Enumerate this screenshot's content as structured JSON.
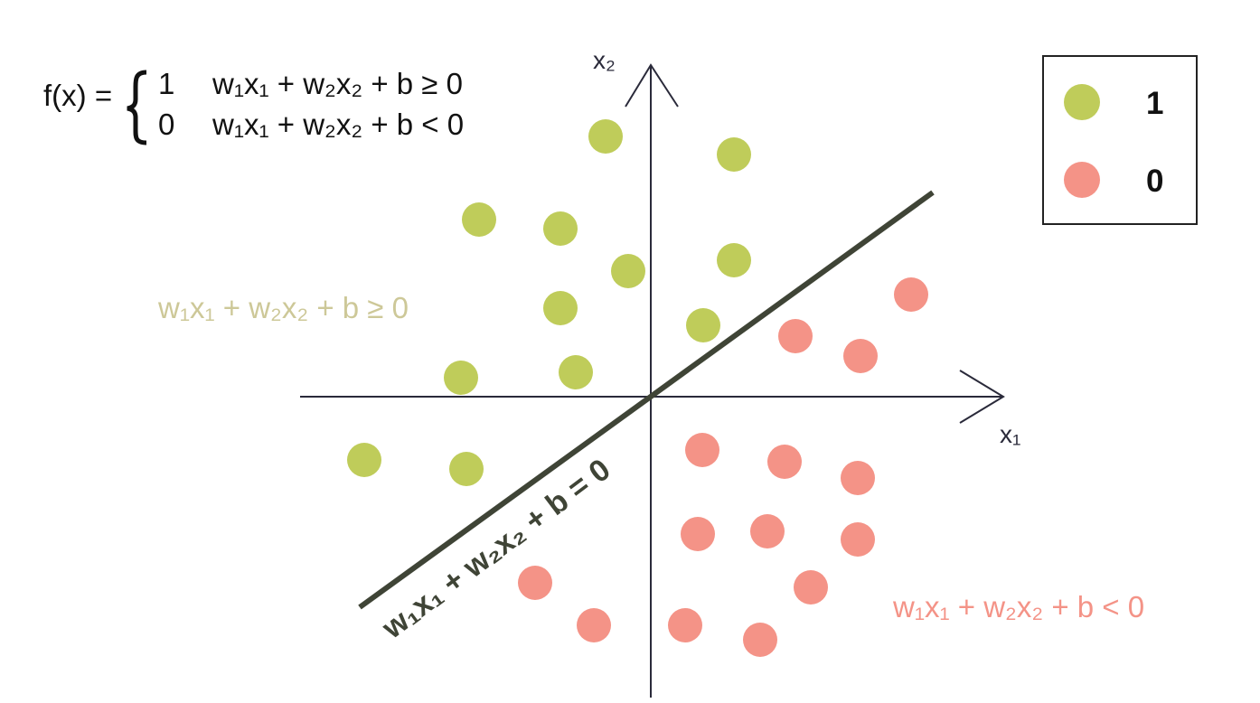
{
  "formula": {
    "lhs": "f(x) =",
    "case_one_value": "1",
    "case_one_condition": "w₁x₁ + w₂x₂ + b ≥ 0",
    "case_zero_value": "0",
    "case_zero_condition": "w₁x₁ + w₂x₂ + b < 0"
  },
  "axes": {
    "x_label": "x₁",
    "y_label": "x₂"
  },
  "regions": {
    "upper_label": "w₁x₁ + w₂x₂ + b ≥ 0",
    "lower_label": "w₁x₁ + w₂x₂ + b < 0",
    "boundary_label": "w₁x₁ + w₂x₂ + b = 0"
  },
  "legend": {
    "class_one_label": "1",
    "class_zero_label": "0"
  },
  "colors": {
    "class_one": "#bfcc5a",
    "class_zero": "#f49387",
    "upper_label": "#cdc898",
    "lower_label": "#f49387",
    "boundary": "#3f4436",
    "axes": "#2a2a3a"
  },
  "chart_data": {
    "type": "scatter",
    "series": [
      {
        "name": "1",
        "points": [
          [
            -50,
            288
          ],
          [
            92,
            268
          ],
          [
            -190,
            196
          ],
          [
            -100,
            186
          ],
          [
            -25,
            139
          ],
          [
            92,
            151
          ],
          [
            -100,
            98
          ],
          [
            58,
            79
          ],
          [
            -210,
            21
          ],
          [
            -83,
            27
          ],
          [
            -317,
            -70
          ],
          [
            -204,
            -80
          ]
        ]
      },
      {
        "name": "0",
        "points": [
          [
            288,
            113
          ],
          [
            160,
            67
          ],
          [
            232,
            45
          ],
          [
            57,
            -59
          ],
          [
            148,
            -72
          ],
          [
            229,
            -90
          ],
          [
            52,
            -152
          ],
          [
            129,
            -149
          ],
          [
            229,
            -158
          ],
          [
            177,
            -211
          ],
          [
            -128,
            -206
          ],
          [
            -63,
            -253
          ],
          [
            38,
            -253
          ],
          [
            121,
            -269
          ]
        ]
      }
    ]
  }
}
